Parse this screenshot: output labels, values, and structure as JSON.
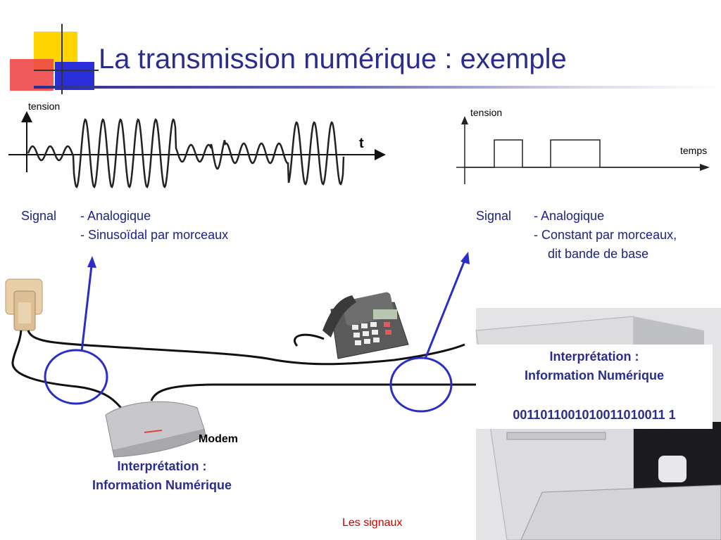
{
  "slide": {
    "title": "La transmission numérique : exemple",
    "footer": "Les signaux"
  },
  "left_chart": {
    "y_label": "tension",
    "x_label": "t"
  },
  "right_chart": {
    "y_label": "tension",
    "x_label": "temps"
  },
  "left_signal": {
    "label": "Signal",
    "line1": "- Analogique",
    "line2": "- Sinusoïdal par morceaux"
  },
  "right_signal": {
    "label": "Signal",
    "line1": "- Analogique",
    "line2": "- Constant par morceaux,",
    "line3": "dit bande de base"
  },
  "modem": {
    "label": "Modem",
    "interp_line1": "Interprétation :",
    "interp_line2": "Information  Numérique"
  },
  "computer": {
    "interp_line1": "Interprétation :",
    "interp_line2": "Information  Numérique",
    "bits": "0011011001010011010011 1"
  },
  "colors": {
    "title": "#2b2d8e",
    "annotation": "#2a2dc8",
    "footer": "#d00000"
  },
  "icons": [
    "square-wave-plot",
    "sine-wave-plot",
    "phone-icon",
    "modem-icon",
    "computer-icon",
    "wall-socket-icon"
  ]
}
